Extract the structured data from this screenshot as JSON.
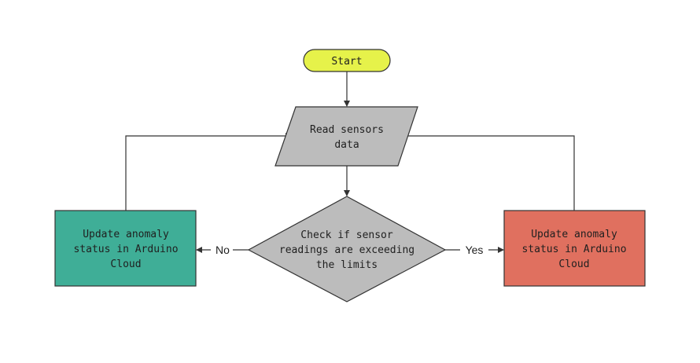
{
  "nodes": {
    "start": {
      "text": "Start",
      "fill": "#e6f24a"
    },
    "read": {
      "lines": [
        "Read sensors",
        "data"
      ],
      "fill": "#bcbcbc"
    },
    "check": {
      "lines": [
        "Check if sensor",
        "readings are exceeding",
        "the limits"
      ],
      "fill": "#bcbcbc"
    },
    "left": {
      "lines": [
        "Update anomaly",
        "status in Arduino",
        "Cloud"
      ],
      "fill": "#3fae97"
    },
    "right": {
      "lines": [
        "Update anomaly",
        "status in Arduino",
        "Cloud"
      ],
      "fill": "#e0705f"
    }
  },
  "edges": {
    "no_label": "No",
    "yes_label": "Yes"
  },
  "colors": {
    "stroke": "#333333"
  }
}
